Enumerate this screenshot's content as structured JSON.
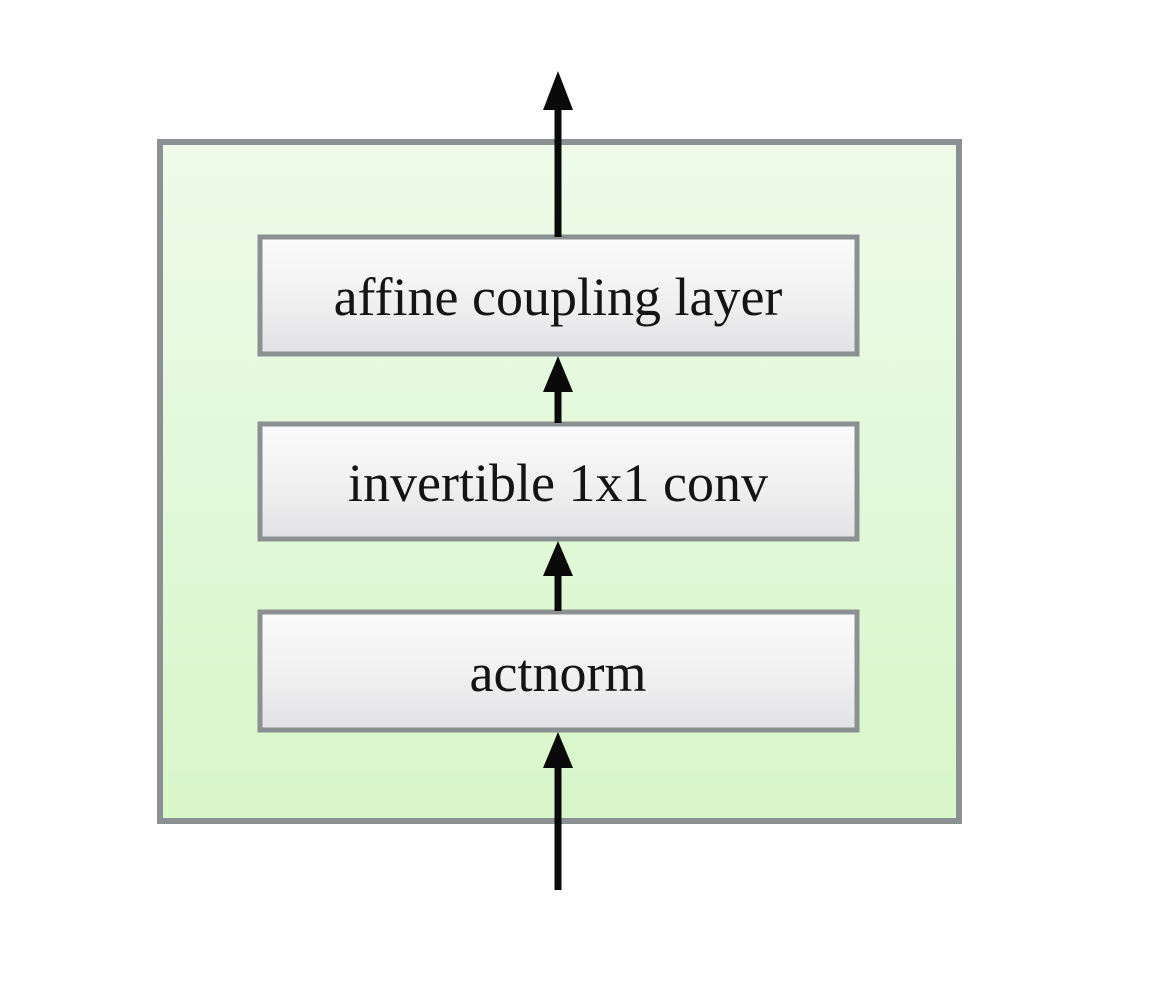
{
  "diagram": {
    "type": "flowchart",
    "flow_direction": "bottom-to-top",
    "nodes": [
      {
        "id": "actnorm",
        "label": "actnorm"
      },
      {
        "id": "invertible-1x1-conv",
        "label": "invertible 1x1 conv"
      },
      {
        "id": "affine-coupling-layer",
        "label": "affine coupling layer"
      }
    ],
    "edges": [
      {
        "from": "input",
        "to": "actnorm"
      },
      {
        "from": "actnorm",
        "to": "invertible-1x1-conv"
      },
      {
        "from": "invertible-1x1-conv",
        "to": "affine-coupling-layer"
      },
      {
        "from": "affine-coupling-layer",
        "to": "output"
      }
    ],
    "colors": {
      "container_fill_top": "#eefbea",
      "container_fill_bottom": "#d7f6c9",
      "node_fill_top": "#fbfbfb",
      "node_fill_bottom": "#e2e2e4",
      "border_gray": "#8b9093",
      "arrow_black": "#0a0a0a",
      "text": "#141414",
      "page_background": "#ffffff"
    }
  }
}
